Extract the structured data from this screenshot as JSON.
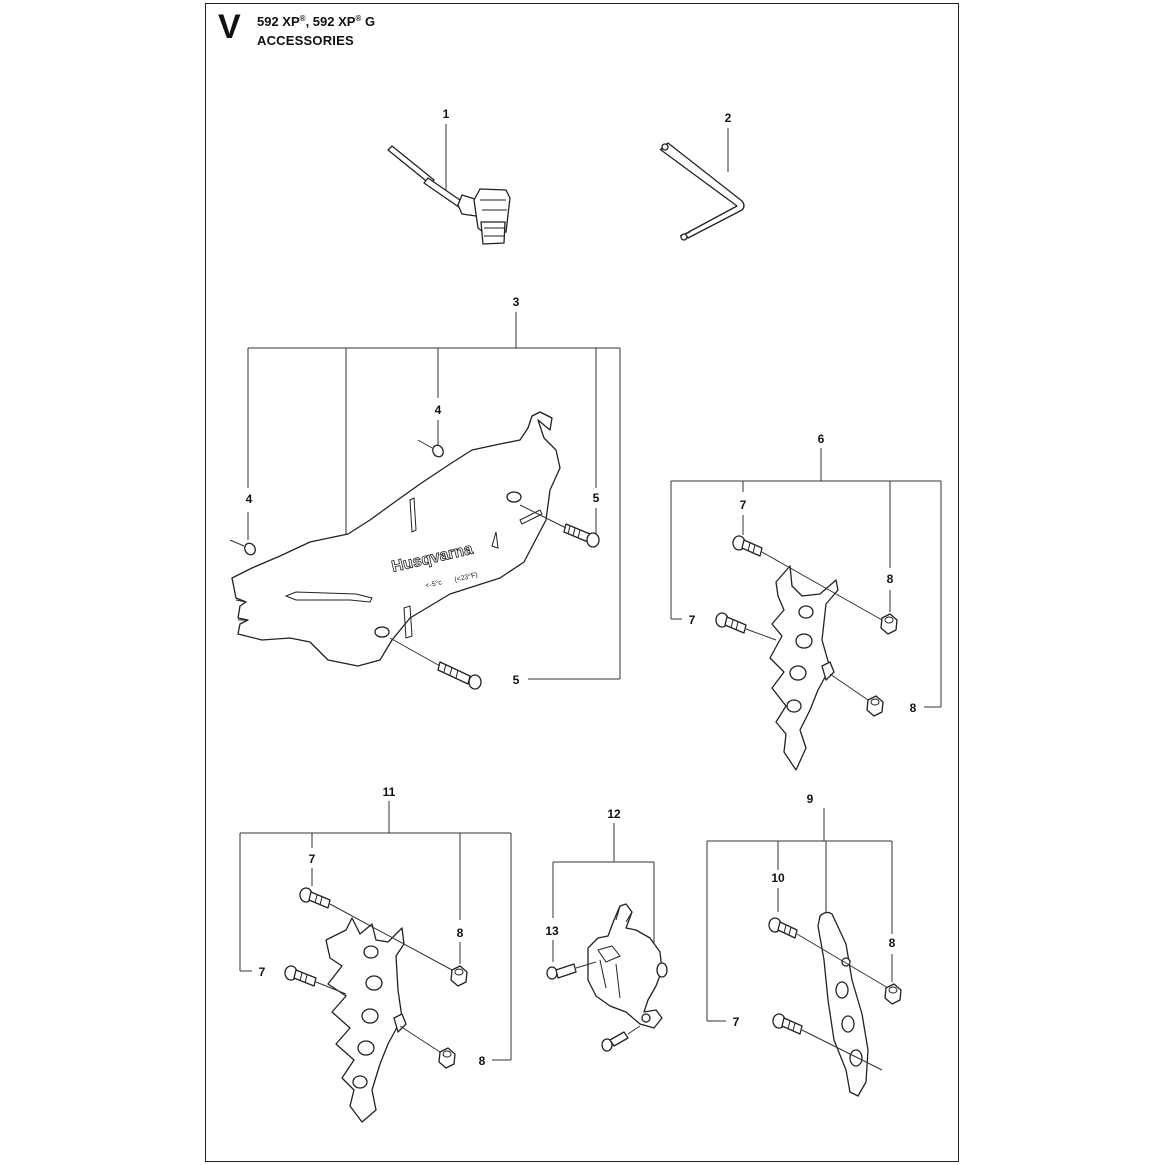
{
  "header": {
    "section_letter": "V",
    "model_1": "592 XP",
    "model_1_mark": "®",
    "model_sep": ", ",
    "model_2": "592 XP",
    "model_2_mark": "®",
    "model_2_suffix": " G",
    "title": "ACCESSORIES"
  },
  "parts": {
    "c1": "1",
    "c2": "2",
    "c3": "3",
    "c4a": "4",
    "c4b": "4",
    "c5a": "5",
    "c5b": "5",
    "c6": "6",
    "c7a": "7",
    "c7b": "7",
    "c8a": "8",
    "c8b": "8",
    "c11": "11",
    "c7c": "7",
    "c7d": "7",
    "c8c": "8",
    "c8d": "8",
    "c12": "12",
    "c13": "13",
    "c9": "9",
    "c10": "10",
    "c8e": "8",
    "c7e": "7"
  },
  "guard_text": {
    "brand": "Husqvarna",
    "marking_1": "<-5°c",
    "marking_2": "(<23°F)"
  }
}
